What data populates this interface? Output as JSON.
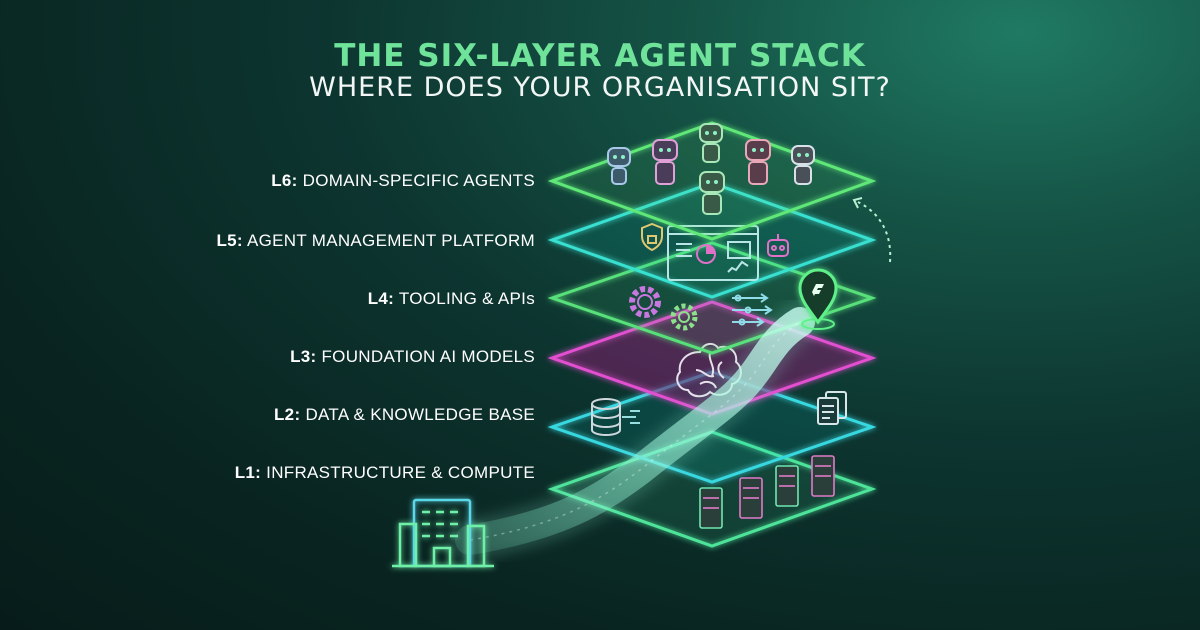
{
  "title": "THE SIX-LAYER AGENT STACK",
  "subtitle": "WHERE DOES YOUR ORGANISATION SIT?",
  "layers": [
    {
      "code": "L6:",
      "name": "DOMAIN-SPECIFIC AGENTS",
      "color": "#5ee878"
    },
    {
      "code": "L5:",
      "name": "AGENT MANAGEMENT PLATFORM",
      "color": "#38e0d0"
    },
    {
      "code": "L4:",
      "name": "TOOLING & APIs",
      "color": "#58e07a"
    },
    {
      "code": "L3:",
      "name": "FOUNDATION AI MODELS",
      "color": "#e24fd0"
    },
    {
      "code": "L2:",
      "name": "DATA & KNOWLEDGE BASE",
      "color": "#38d8e0"
    },
    {
      "code": "L1:",
      "name": "INFRASTRUCTURE & COMPUTE",
      "color": "#4ee49a"
    }
  ],
  "icons": {
    "l6": "robot-agents-icon",
    "l5": "dashboard-platform-icon",
    "l4": "gears-and-arrows-icon",
    "l3": "brain-icon",
    "l2": "database-and-documents-icon",
    "l1": "server-racks-icon",
    "origin": "office-building-icon",
    "marker": "location-pin-icon"
  }
}
